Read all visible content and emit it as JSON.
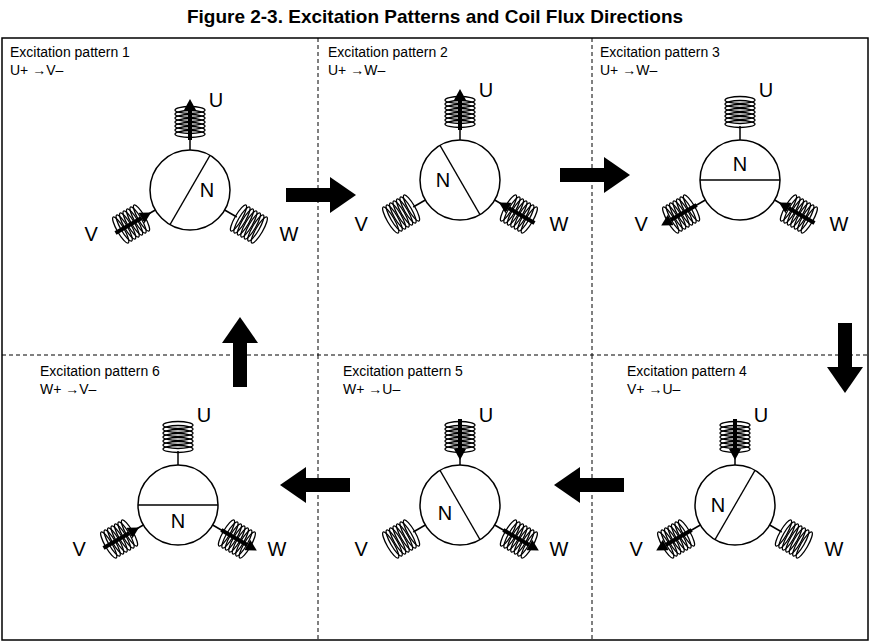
{
  "diagram": {
    "title": "Figure 2-3. Excitation Patterns and Coil Flux Directions",
    "nodes": [
      {
        "text": [
          "Excitation pattern 1",
          "U+ →V–"
        ]
      },
      {
        "text": [
          "Excitation pattern 2",
          "U+ →W–"
        ]
      },
      {
        "text": [
          "Excitation pattern 3",
          "U+ →W–"
        ]
      },
      {
        "text": [
          "Excitation pattern 4",
          "V+ →U–"
        ]
      },
      {
        "text": [
          "Excitation pattern 5",
          "W+ →U–"
        ]
      },
      {
        "text": [
          "Excitation pattern 6",
          "W+ →V–"
        ]
      }
    ],
    "edges": [
      {
        "from": 0,
        "to": 1,
        "arrow": "to"
      },
      {
        "from": 1,
        "to": 2,
        "arrow": "to"
      },
      {
        "from": 2,
        "to": 3,
        "arrow": "to"
      },
      {
        "from": 3,
        "to": 4,
        "arrow": "to"
      },
      {
        "from": 4,
        "to": 5,
        "arrow": "to"
      },
      {
        "from": 5,
        "to": 0,
        "arrow": "to"
      }
    ],
    "labels": [
      "U",
      "V",
      "W",
      "N",
      "U",
      "V",
      "W",
      "N",
      "U",
      "V",
      "W",
      "N",
      "U",
      "V",
      "W",
      "N",
      "U",
      "V",
      "W",
      "N",
      "U",
      "V",
      "W",
      "N"
    ]
  }
}
